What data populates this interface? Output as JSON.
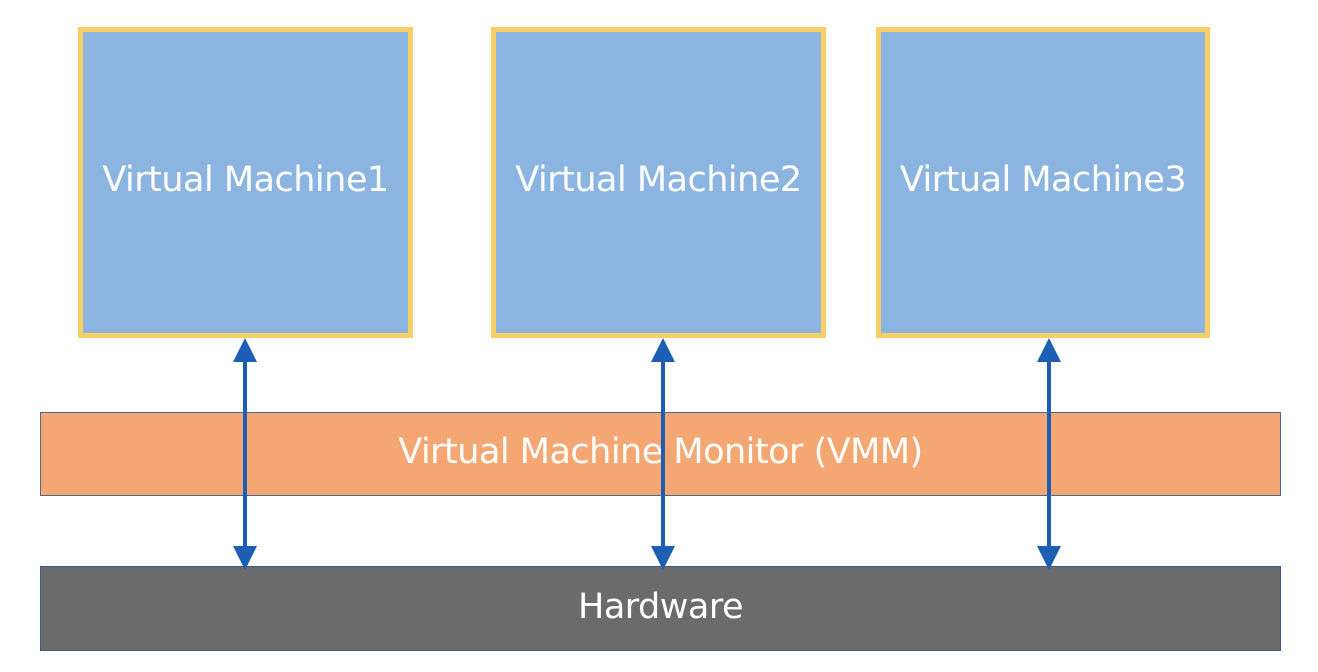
{
  "virtual_machines": [
    {
      "label": "Virtual Machine1"
    },
    {
      "label": "Virtual Machine2"
    },
    {
      "label": "Virtual Machine3"
    }
  ],
  "vmm": {
    "label": "Virtual Machine Monitor (VMM)"
  },
  "hardware": {
    "label": "Hardware"
  },
  "colors": {
    "vm_fill": "#8cb4e0",
    "vm_border": "#f8cf66",
    "vmm_fill": "#f4a772",
    "hardware_fill": "#6b6b6b",
    "arrow": "#1b5eb3",
    "text": "#ffffff"
  }
}
